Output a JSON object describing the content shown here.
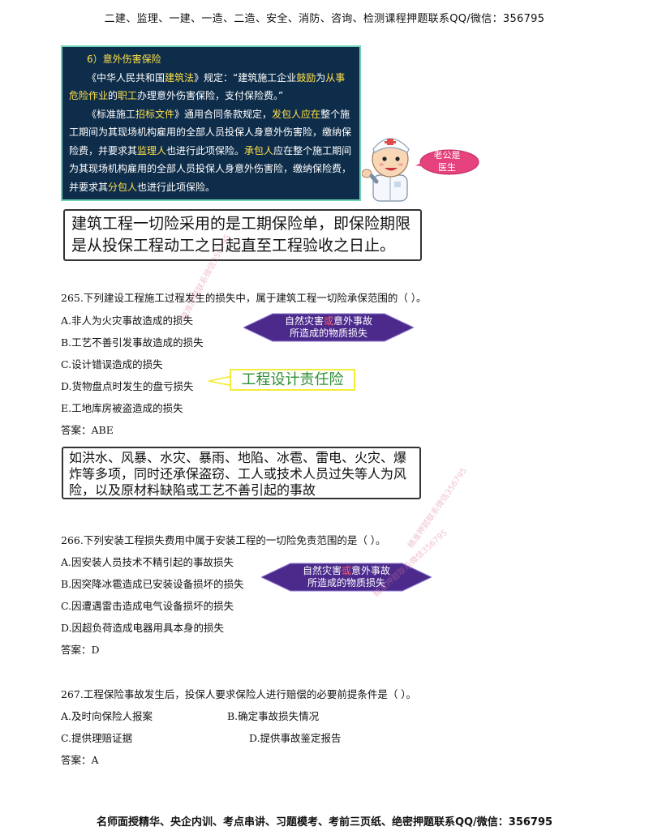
{
  "header": "二建、监理、一建、一造、二造、安全、消防、咨询、检测课程押题联系QQ/微信：356795",
  "footer": "名师面授精华、央企内训、考点串讲、习题模考、考前三页纸、绝密押题联系QQ/微信：356795",
  "slide": {
    "title": "6）意外伤害保险",
    "para1": {
      "a": "《中华人民共和国",
      "b": "建筑法",
      "c": "》规定：“建筑施工企业",
      "d": "鼓励",
      "e": "为",
      "f": "从事危险作业",
      "g": "的",
      "h": "职工",
      "i": "办理意外伤害保险，支付保险费。”"
    },
    "para2": {
      "a": "《标准施工",
      "b": "招标文件",
      "c": "》通用合同条款规定，",
      "d": "发包人应在",
      "e": "整个施工期间为其现场机构雇用的全部人员投保人身意外伤害险，缴纳保险费，并要求其",
      "f": "监理人",
      "g": "也进行此项保险。",
      "h": "承包人",
      "i": "应在整个施工期间为其现场机构雇用的全部人员投保人身意外伤害险，缴纳保险费，并要求其",
      "j": "分包人",
      "k": "也进行此项保险。"
    }
  },
  "bubble": {
    "line1": "老公是",
    "line2": "医生"
  },
  "note1": "建筑工程一切险采用的是工期保险单，即保险期限是从投保工程动工之日起直至工程验收之日止。",
  "q265": {
    "stem": "265.下列建设工程施工过程发生的损失中，属于建筑工程一切险承保范围的（   ）。",
    "A": "A.非人为火灾事故造成的损失",
    "B": "B.工艺不善引发事故造成的损失",
    "C": "C.设计错误造成的损失",
    "D": "D.货物盘点时发生的盘亏损失",
    "E": "E.工地库房被盗造成的损失",
    "answer": "答案：ABE"
  },
  "arrow1": {
    "p1": "自然灾害",
    "p2": "或",
    "p3": "意外事故",
    "line2": "所造成的物质损失"
  },
  "callout": "工程设计责任险",
  "note2": "如洪水、风暴、水灾、暴雨、地陷、冰雹、雷电、火灾、爆炸等多项，同时还承保盗窃、工人或技术人员过失等人为风险，以及原材料缺陷或工艺不善引起的事故",
  "q266": {
    "stem": "266.下列安装工程损失费用中属于安装工程的一切险免责范围的是（   ）。",
    "A": "A.因安装人员技术不精引起的事故损失",
    "B": "B.因突降冰雹造成已安装设备损坏的损失",
    "C": "C.因遭遇雷击造成电气设备损坏的损失",
    "D": "D.因超负荷造成电器用具本身的损失",
    "answer": "答案：D"
  },
  "arrow2": {
    "p1": "自然灾害",
    "p2": "或",
    "p3": "意外事故",
    "line2": "所造成的物质损失"
  },
  "q267": {
    "stem": "267.工程保险事故发生后，投保人要求保险人进行赔偿的必要前提条件是（   ）。",
    "A": "A.及时向保险人报案",
    "B": "B.确定事故损失情况",
    "C": "C.提供理赔证据",
    "D": "D.提供事故鉴定报告",
    "answer": "答案：A"
  },
  "watermarks": [
    "精准押题联系微信356795",
    "精准押题联系微信356795",
    "精准押题联系微信356795"
  ],
  "colors": {
    "slide_bg": "#0e2d4a",
    "highlight": "#ffe04a",
    "arrow_fill": "#4b2a8c",
    "callout_text": "#2f8f35"
  }
}
